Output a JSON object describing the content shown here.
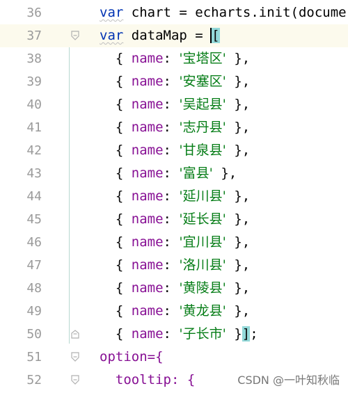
{
  "colors": {
    "keyword": "#0033b3",
    "property": "#871094",
    "string": "#067d17",
    "line_number": "#9a9a9a",
    "current_line_bg": "#fcfaed",
    "bracket_highlight": "#93d9d9"
  },
  "lines": [
    {
      "num": "36",
      "kw": "var",
      "rest": " chart = echarts.init(docume"
    },
    {
      "num": "37",
      "kw": "var",
      "rest": " dataMap = ",
      "bracket": "["
    },
    {
      "num": "38",
      "name": "'宝塔区'",
      "tail": " },"
    },
    {
      "num": "39",
      "name": "'安塞区'",
      "tail": " },"
    },
    {
      "num": "40",
      "name": "'吴起县'",
      "tail": " },"
    },
    {
      "num": "41",
      "name": "'志丹县'",
      "tail": " },"
    },
    {
      "num": "42",
      "name": "'甘泉县'",
      "tail": " },"
    },
    {
      "num": "43",
      "name": "'富县'",
      "tail": " },"
    },
    {
      "num": "44",
      "name": "'延川县'",
      "tail": " },"
    },
    {
      "num": "45",
      "name": "'延长县'",
      "tail": " },"
    },
    {
      "num": "46",
      "name": "'宜川县'",
      "tail": " },"
    },
    {
      "num": "47",
      "name": "'洛川县'",
      "tail": " },"
    },
    {
      "num": "48",
      "name": "'黄陵县'",
      "tail": " },"
    },
    {
      "num": "49",
      "name": "'黄龙县'",
      "tail": " },"
    },
    {
      "num": "50",
      "name": "'子长市'",
      "tail": " }",
      "close": "]",
      "end": ";"
    },
    {
      "num": "51",
      "text": "option={"
    },
    {
      "num": "52",
      "text": "  tooltip: {"
    }
  ],
  "watermark": "CSDN @一叶知秋临"
}
